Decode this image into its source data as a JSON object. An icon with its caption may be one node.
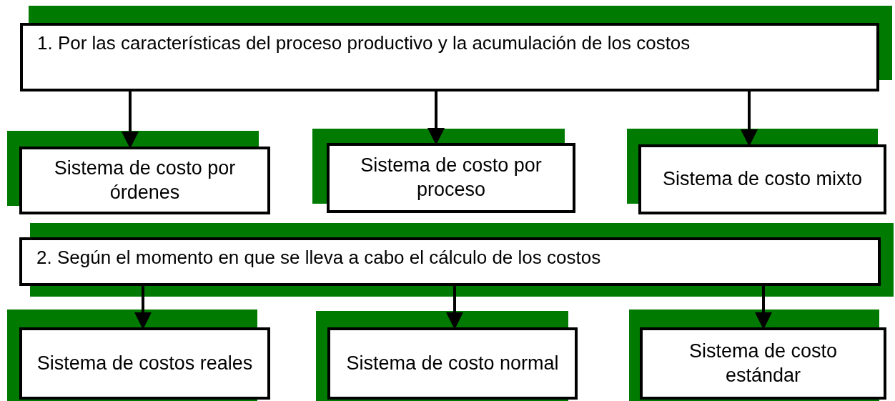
{
  "diagram": {
    "nodes": [
      {
        "text": [
          "1. Por las características del proceso productivo y la acumulación de los costos"
        ]
      },
      {
        "text": [
          "Sistema de costo por órdenes"
        ]
      },
      {
        "text": [
          "Sistema de costo por proceso"
        ]
      },
      {
        "text": [
          "Sistema de costo mixto"
        ]
      },
      {
        "text": [
          "2. Según el momento en que se lleva a cabo el cálculo de los costos"
        ]
      },
      {
        "text": [
          "Sistema de costos reales"
        ]
      },
      {
        "text": [
          "Sistema de costo normal"
        ]
      },
      {
        "text": [
          "Sistema de costo estándar"
        ]
      }
    ],
    "edges": [
      {
        "from": 0,
        "to": 1,
        "arrow": "to"
      },
      {
        "from": 0,
        "to": 2,
        "arrow": "to"
      },
      {
        "from": 0,
        "to": 3,
        "arrow": "to"
      },
      {
        "from": 4,
        "to": 5,
        "arrow": "to"
      },
      {
        "from": 4,
        "to": 6,
        "arrow": "to"
      },
      {
        "from": 4,
        "to": 7,
        "arrow": "to"
      }
    ]
  }
}
